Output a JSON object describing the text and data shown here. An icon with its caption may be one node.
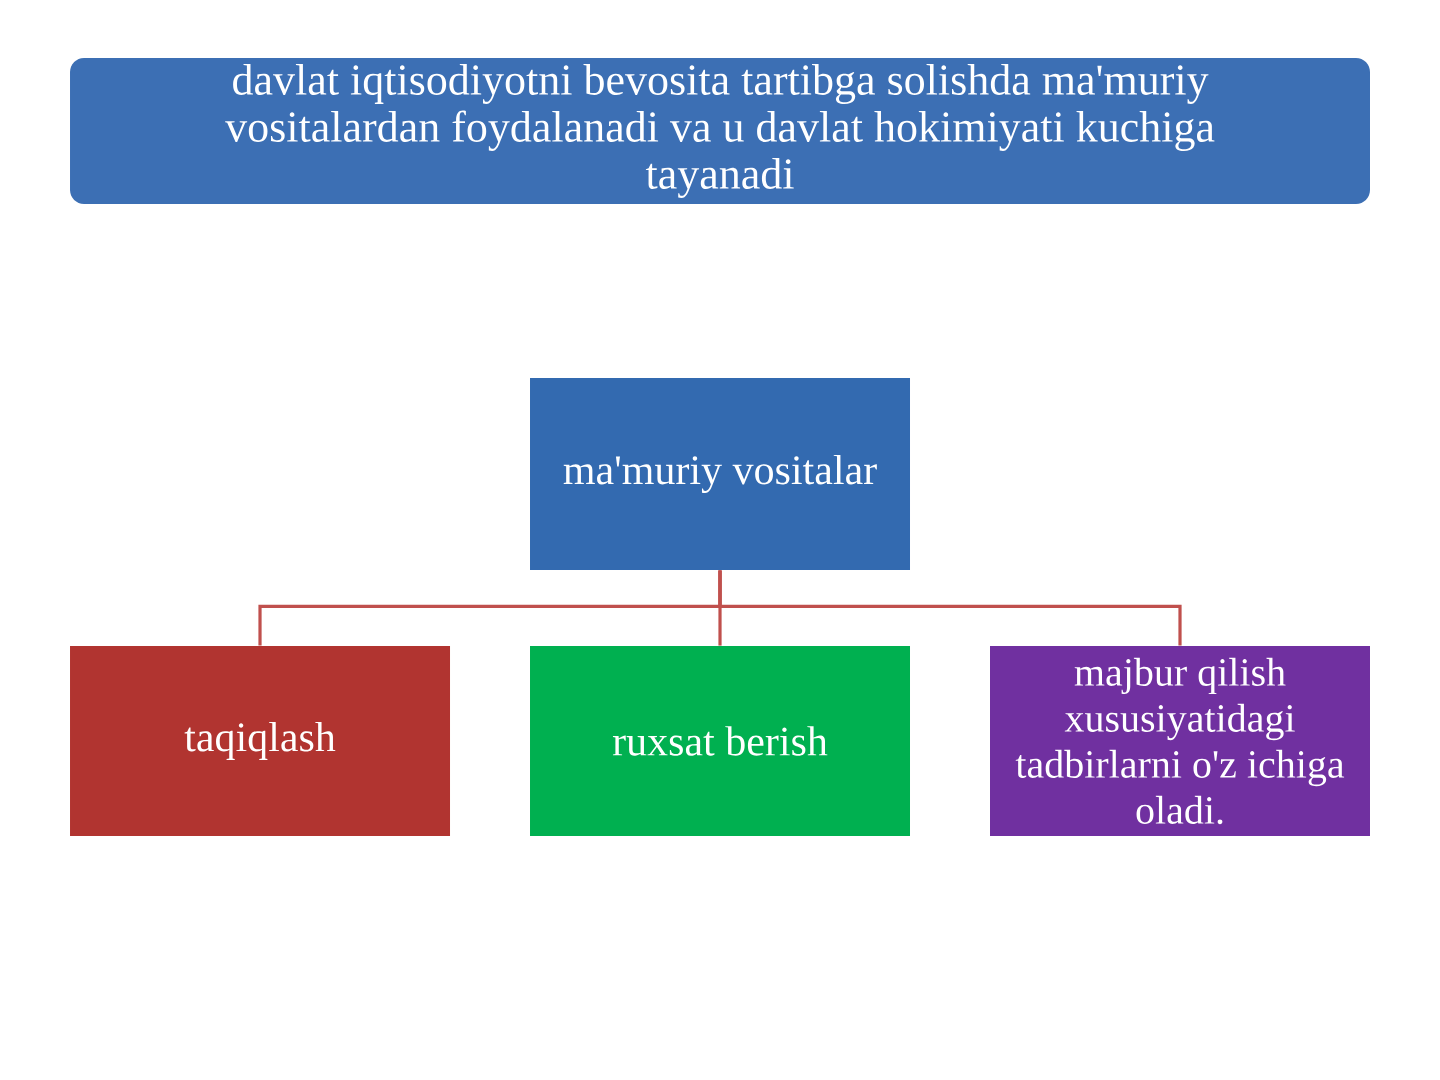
{
  "diagram": {
    "nodes": [
      {
        "text": [
          "davlat iqtisodiyotni bevosita tartibga solishda ma'muriy vositalardan foydalanadi va u davlat hokimiyati kuchiga tayanadi"
        ]
      },
      {
        "text": [
          "ma'muriy vositalar"
        ]
      },
      {
        "text": [
          "taqiqlash"
        ]
      },
      {
        "text": [
          "ruxsat berish"
        ]
      },
      {
        "text": [
          "majbur qilish xususiyatidagi tadbirlarni o'z ichiga oladi."
        ]
      }
    ],
    "edges": [
      {
        "from": 1,
        "to": 2,
        "arrow": "none"
      },
      {
        "from": 1,
        "to": 3,
        "arrow": "none"
      },
      {
        "from": 1,
        "to": 4,
        "arrow": "none"
      }
    ]
  }
}
